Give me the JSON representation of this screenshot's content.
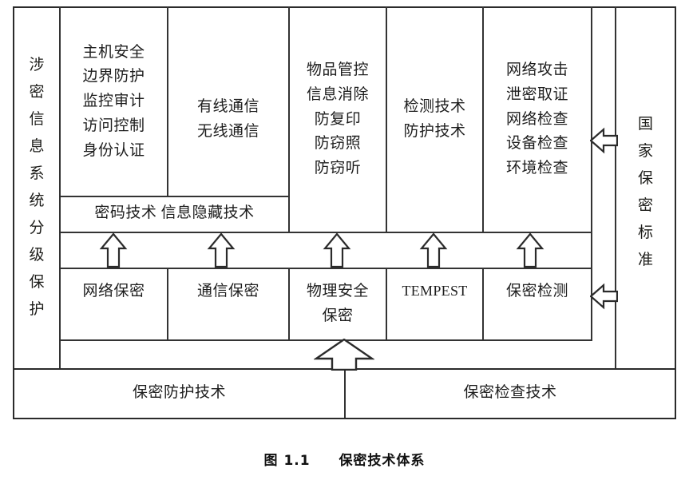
{
  "figure": {
    "caption_number": "图 1.1",
    "caption_title": "保密技术体系"
  },
  "left_axis": {
    "label": "涉密信息系统分级保护",
    "chars": [
      "涉",
      "密",
      "信",
      "息",
      "系",
      "统",
      "分",
      "级",
      "保",
      "护"
    ]
  },
  "right_axis": {
    "label": "国家保密标准",
    "chars": [
      "国",
      "家",
      "保",
      "密",
      "标",
      "准"
    ]
  },
  "top_row": {
    "cells": [
      {
        "name": "host-security-group",
        "lines": [
          "主机安全",
          "边界防护",
          "监控审计",
          "访问控制",
          "身份认证"
        ]
      },
      {
        "name": "communication-group",
        "lines": [
          "有线通信",
          "无线通信"
        ]
      },
      {
        "name": "physical-control-group",
        "lines": [
          "物品管控",
          "信息消除",
          "防复印",
          "防窃照",
          "防窃听"
        ]
      },
      {
        "name": "detection-protection-group",
        "lines": [
          "检测技术",
          "防护技术"
        ]
      },
      {
        "name": "inspection-group",
        "lines": [
          "网络攻击",
          "泄密取证",
          "网络检查",
          "设备检查",
          "环境检查"
        ]
      }
    ]
  },
  "crypto_band": {
    "name": "crypto-hiding-band",
    "lines": [
      "密码技术 信息隐藏技术"
    ]
  },
  "bottom_row": {
    "cells": [
      {
        "name": "network-secrecy",
        "lines": [
          "网络保密"
        ]
      },
      {
        "name": "communication-secrecy",
        "lines": [
          "通信保密"
        ]
      },
      {
        "name": "physical-security-secrecy",
        "lines": [
          "物理安全",
          "保密"
        ]
      },
      {
        "name": "tempest",
        "lines": [
          "TEMPEST"
        ]
      },
      {
        "name": "secrecy-detection",
        "lines": [
          "保密检测"
        ]
      }
    ]
  },
  "foundation_row": {
    "cells": [
      {
        "name": "protection-technology",
        "lines": [
          "保密防护技术"
        ]
      },
      {
        "name": "inspection-technology",
        "lines": [
          "保密检查技术"
        ]
      }
    ]
  },
  "arrows": {
    "up_small": [
      {
        "name": "arrow-up-network-secrecy"
      },
      {
        "name": "arrow-up-communication-secrecy"
      },
      {
        "name": "arrow-up-physical-security"
      },
      {
        "name": "arrow-up-tempest"
      },
      {
        "name": "arrow-up-secrecy-detection"
      }
    ],
    "up_large": {
      "name": "arrow-up-foundation"
    },
    "left": [
      {
        "name": "arrow-left-standards-top"
      },
      {
        "name": "arrow-left-standards-bottom"
      }
    ]
  },
  "colors": {
    "line": "#2b2b2b",
    "text": "#1d1d1d",
    "background": "#ffffff"
  }
}
